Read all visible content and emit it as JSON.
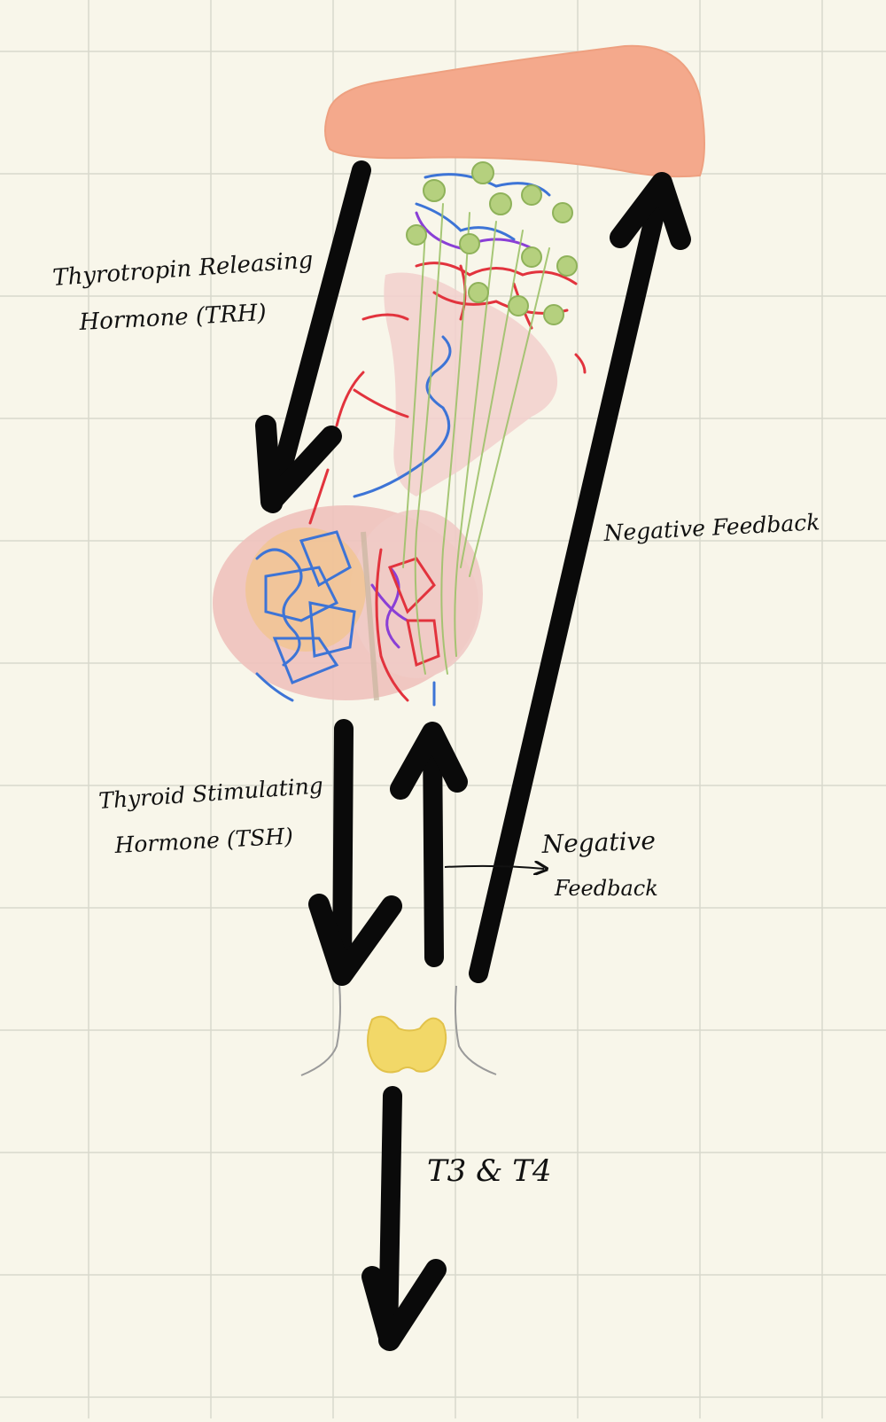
{
  "labels": {
    "trh_line1": "Thyrotropin Releasing",
    "trh_line2": "Hormone (TRH)",
    "neg_feedback_right": "Negative Feedback",
    "tsh_line1": "Thyroid Stimulating",
    "tsh_line2": "Hormone (TSH)",
    "neg_feedback_mid_line1": "Negative",
    "neg_feedback_mid_line2": "Feedback",
    "t3_t4": "T3 & T4"
  },
  "colors": {
    "background": "#f8f6ea",
    "grid": "#d8d8cc",
    "ink": "#0a0a0a",
    "hypothalamus": "#f4a98c",
    "pituitary": "#eec2bd",
    "thyroid": "#f2d868",
    "artery": "#e2333d",
    "vein": "#3d74d6",
    "portal": "#8a3fd6",
    "neuron": "#9ec26a",
    "skin_outline": "#9a9a9a"
  }
}
